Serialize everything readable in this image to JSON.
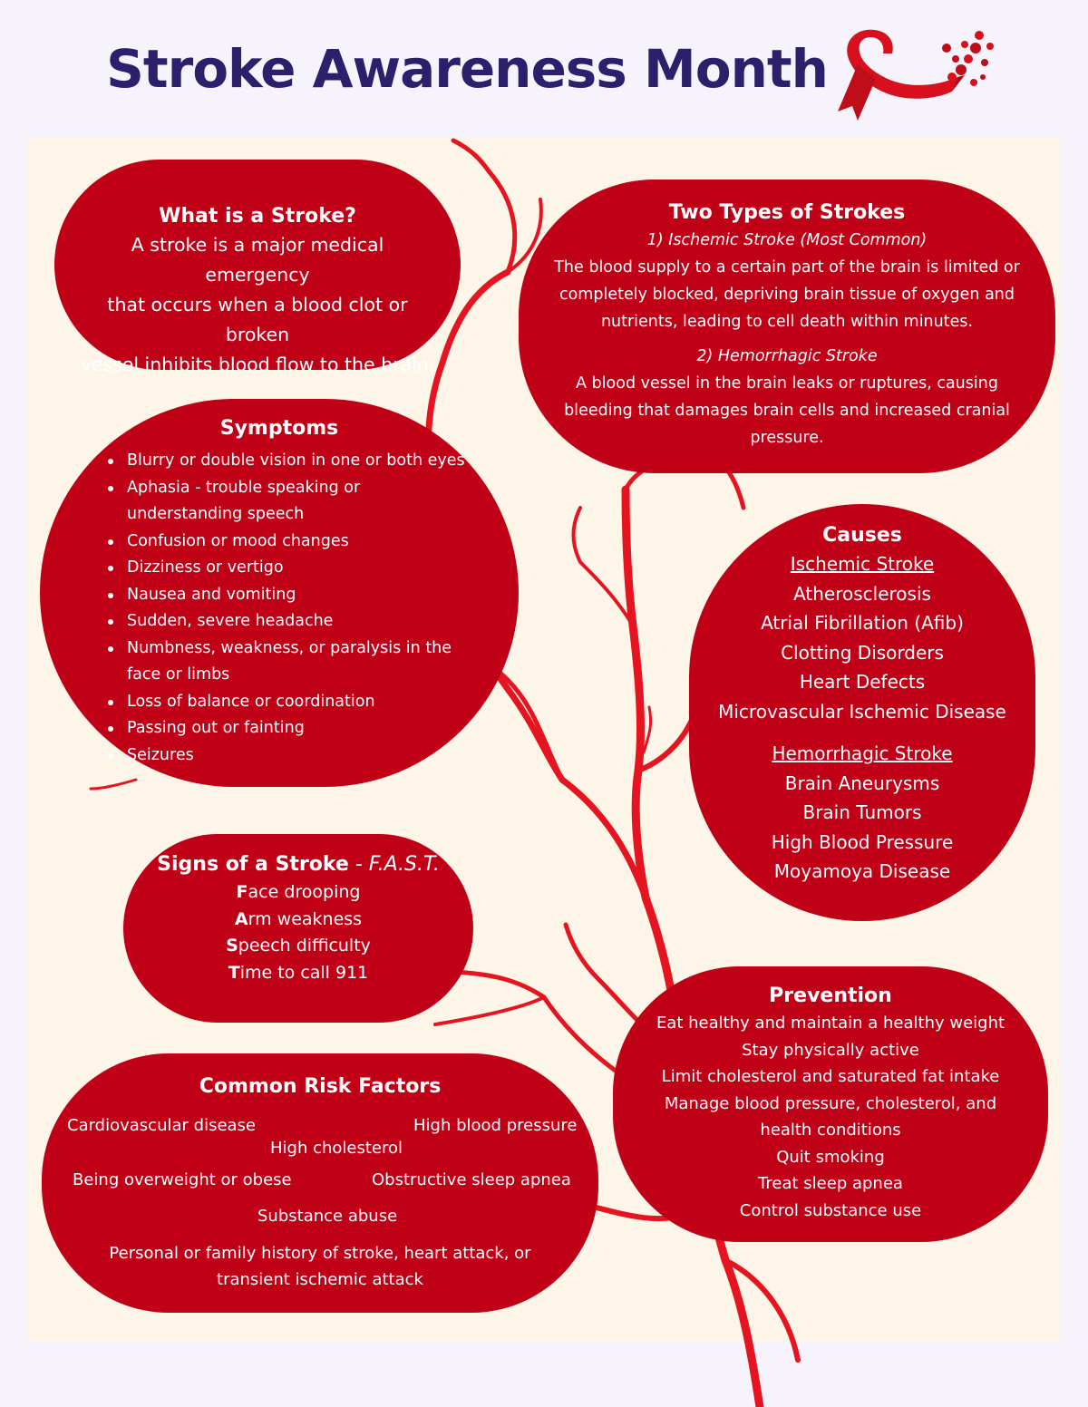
{
  "title": "Stroke Awareness Month",
  "colors": {
    "title": "#2c1f6b",
    "card": "#bf0016",
    "vessel": "#e51420",
    "panel": "#fdf6e8",
    "page": "#f6f3fc"
  },
  "icons": {
    "ribbon": "red-awareness-ribbon-icon"
  },
  "what_is": {
    "heading": "What is a Stroke?",
    "lines": [
      "A stroke is a major medical emergency",
      "that occurs when a blood clot or broken",
      "vessel inhibits blood flow to the brain."
    ]
  },
  "types": {
    "heading": "Two Types of Strokes",
    "ischemic_label": "1) Ischemic Stroke (Most Common)",
    "ischemic_lines": [
      "The blood supply to a certain part of the brain is limited or",
      "completely blocked, depriving brain tissue of oxygen and",
      "nutrients, leading to cell death within minutes."
    ],
    "hemorrhagic_label": "2) Hemorrhagic Stroke",
    "hemorrhagic_lines": [
      "A blood vessel in the brain leaks or ruptures, causing",
      "bleeding that damages brain cells and increased cranial",
      "pressure."
    ]
  },
  "symptoms": {
    "heading": "Symptoms",
    "items": [
      [
        "Blurry or double vision in one or both eyes"
      ],
      [
        "Aphasia - trouble speaking or",
        "understanding speech"
      ],
      [
        "Confusion or mood changes"
      ],
      [
        "Dizziness or vertigo"
      ],
      [
        "Nausea and vomiting"
      ],
      [
        "Sudden, severe headache"
      ],
      [
        "Numbness, weakness, or paralysis in the",
        "face or limbs"
      ],
      [
        "Loss of balance or coordination"
      ],
      [
        "Passing out or fainting"
      ],
      [
        "Seizures"
      ]
    ]
  },
  "causes": {
    "heading": "Causes",
    "ischemic_head": "Ischemic Stroke",
    "ischemic": [
      "Atherosclerosis",
      "Atrial Fibrillation (Afib)",
      "Clotting Disorders",
      "Heart Defects",
      "Microvascular Ischemic Disease"
    ],
    "hemorrhagic_head": "Hemorrhagic Stroke",
    "hemorrhagic": [
      "Brain Aneurysms",
      "Brain Tumors",
      "High Blood Pressure",
      "Moyamoya Disease"
    ]
  },
  "fast": {
    "heading_bold": "Signs of a Stroke",
    "heading_dash": " - ",
    "heading_italic": "F.A.S.T.",
    "lines": [
      {
        "letter": "F",
        "rest": "ace drooping"
      },
      {
        "letter": "A",
        "rest": "rm weakness"
      },
      {
        "letter": "S",
        "rest": "peech difficulty"
      },
      {
        "letter": "T",
        "rest": "ime to call 911"
      }
    ]
  },
  "prevention": {
    "heading": "Prevention",
    "items": [
      "Eat healthy and maintain a healthy weight",
      "Stay physically active",
      "Limit cholesterol and saturated fat intake",
      "Manage blood pressure, cholesterol, and",
      "health conditions",
      "Quit smoking",
      "Treat sleep apnea",
      "Control substance use"
    ]
  },
  "risk": {
    "heading": "Common Risk Factors",
    "cardio": "Cardiovascular disease",
    "bp": "High blood pressure",
    "chol": "High cholesterol",
    "overweight": "Being overweight or obese",
    "apnea": "Obstructive sleep apnea",
    "substance": "Substance abuse",
    "history_lines": [
      "Personal or family history of stroke, heart attack, or",
      "transient ischemic attack"
    ]
  }
}
